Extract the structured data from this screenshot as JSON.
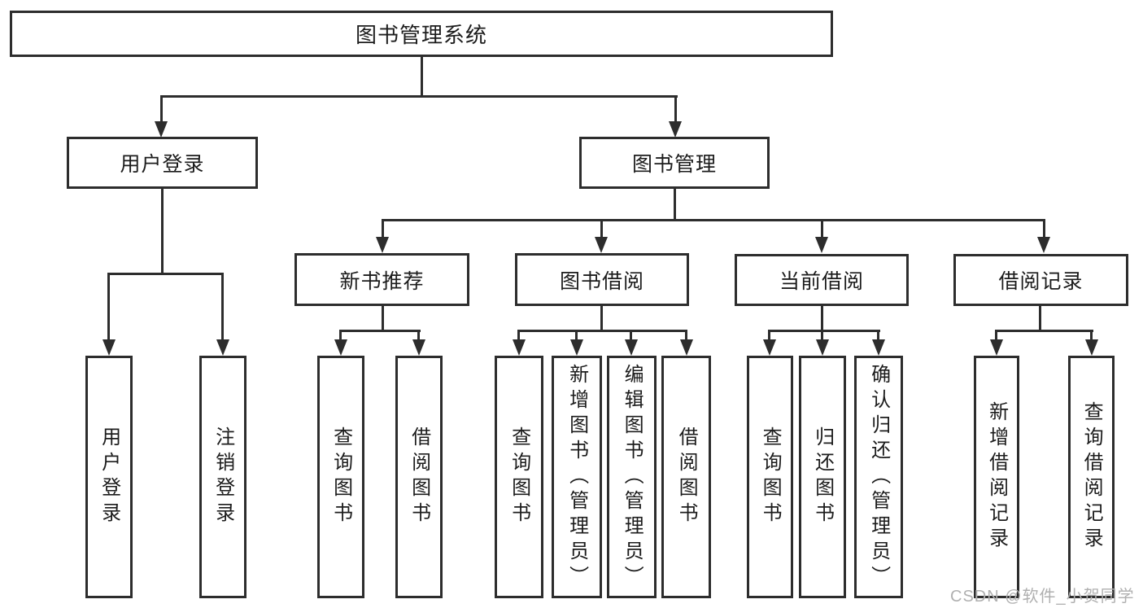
{
  "diagram_title": "图书管理系统",
  "nodes": {
    "root": "图书管理系统",
    "user_login": "用户登录",
    "book_mgmt": "图书管理",
    "new_books": "新书推荐",
    "book_borrowing": "图书借阅",
    "current_borrowing": "当前借阅",
    "borrowing_records": "借阅记录",
    "ul_login": "用户登录",
    "ul_logout": "注销登录",
    "nb_query_books": "查询图书",
    "nb_borrow_books": "借阅图书",
    "bb_query_books": "查询图书",
    "bb_add_books": "新增图书（管理员）",
    "bb_edit_books": "编辑图书（管理员）",
    "bb_borrow_books": "借阅图书",
    "cb_query_books": "查询图书",
    "cb_return_books": "归还图书",
    "cb_confirm_return": "确认归还（管理员）",
    "br_add_record": "新增借阅记录",
    "br_query_record": "查询借阅记录"
  },
  "structure": {
    "图书管理系统": {
      "用户登录": [
        "用户登录",
        "注销登录"
      ],
      "图书管理": {
        "新书推荐": [
          "查询图书",
          "借阅图书"
        ],
        "图书借阅": [
          "查询图书",
          "新增图书（管理员）",
          "编辑图书（管理员）",
          "借阅图书"
        ],
        "当前借阅": [
          "查询图书",
          "归还图书",
          "确认归还（管理员）"
        ],
        "借阅记录": [
          "新增借阅记录",
          "查询借阅记录"
        ]
      }
    }
  },
  "watermark": "CSDN @软件_小贺同学",
  "colors": {
    "line": "#2d2d2d",
    "text": "#1c1c1c",
    "background": "#ffffff",
    "watermark": "#b0b0b0"
  }
}
